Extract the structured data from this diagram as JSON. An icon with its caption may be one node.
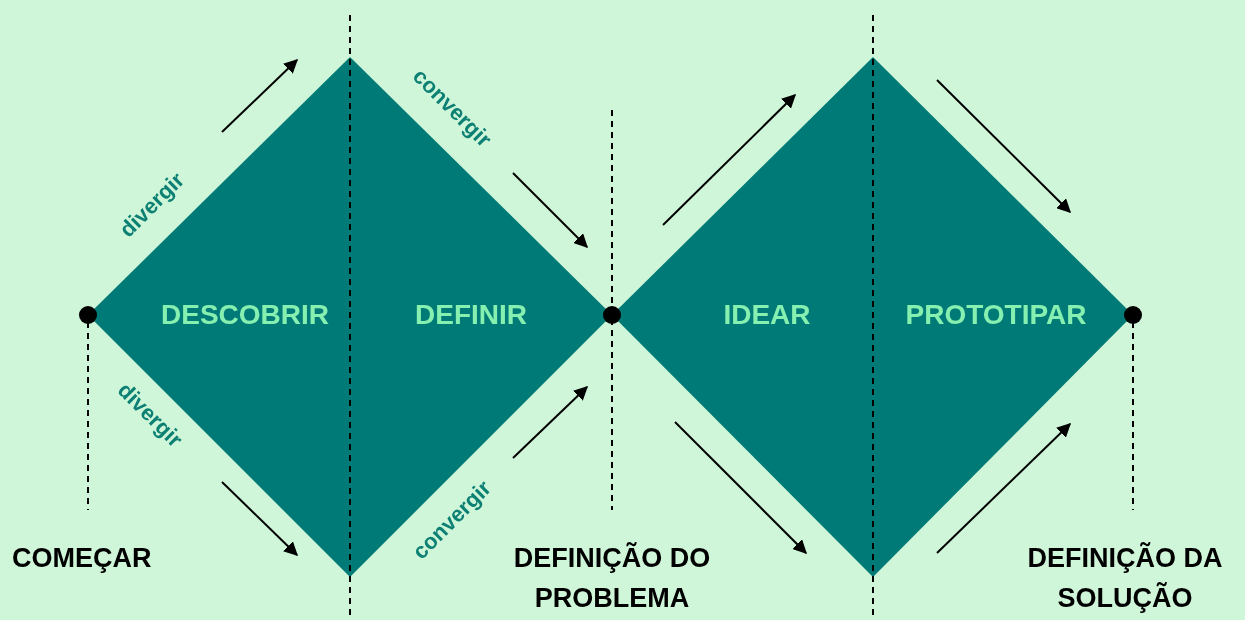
{
  "diagram": {
    "nodes": [
      {
        "text": [
          "DESCOBRIR"
        ]
      },
      {
        "text": [
          "DEFINIR"
        ]
      },
      {
        "text": [
          "IDEAR"
        ]
      },
      {
        "text": [
          "PROTOTIPAR"
        ]
      },
      {
        "text": [],
        "shape": "circle"
      },
      {
        "text": [],
        "shape": "circle"
      },
      {
        "text": [],
        "shape": "circle"
      }
    ],
    "labels": [
      "divergir",
      "divergir",
      "convergir",
      "convergir",
      "COMEÇAR",
      "DEFINIÇÃO DO PROBLEMA",
      "DEFINIÇÃO DA SOLUÇÃO"
    ]
  }
}
